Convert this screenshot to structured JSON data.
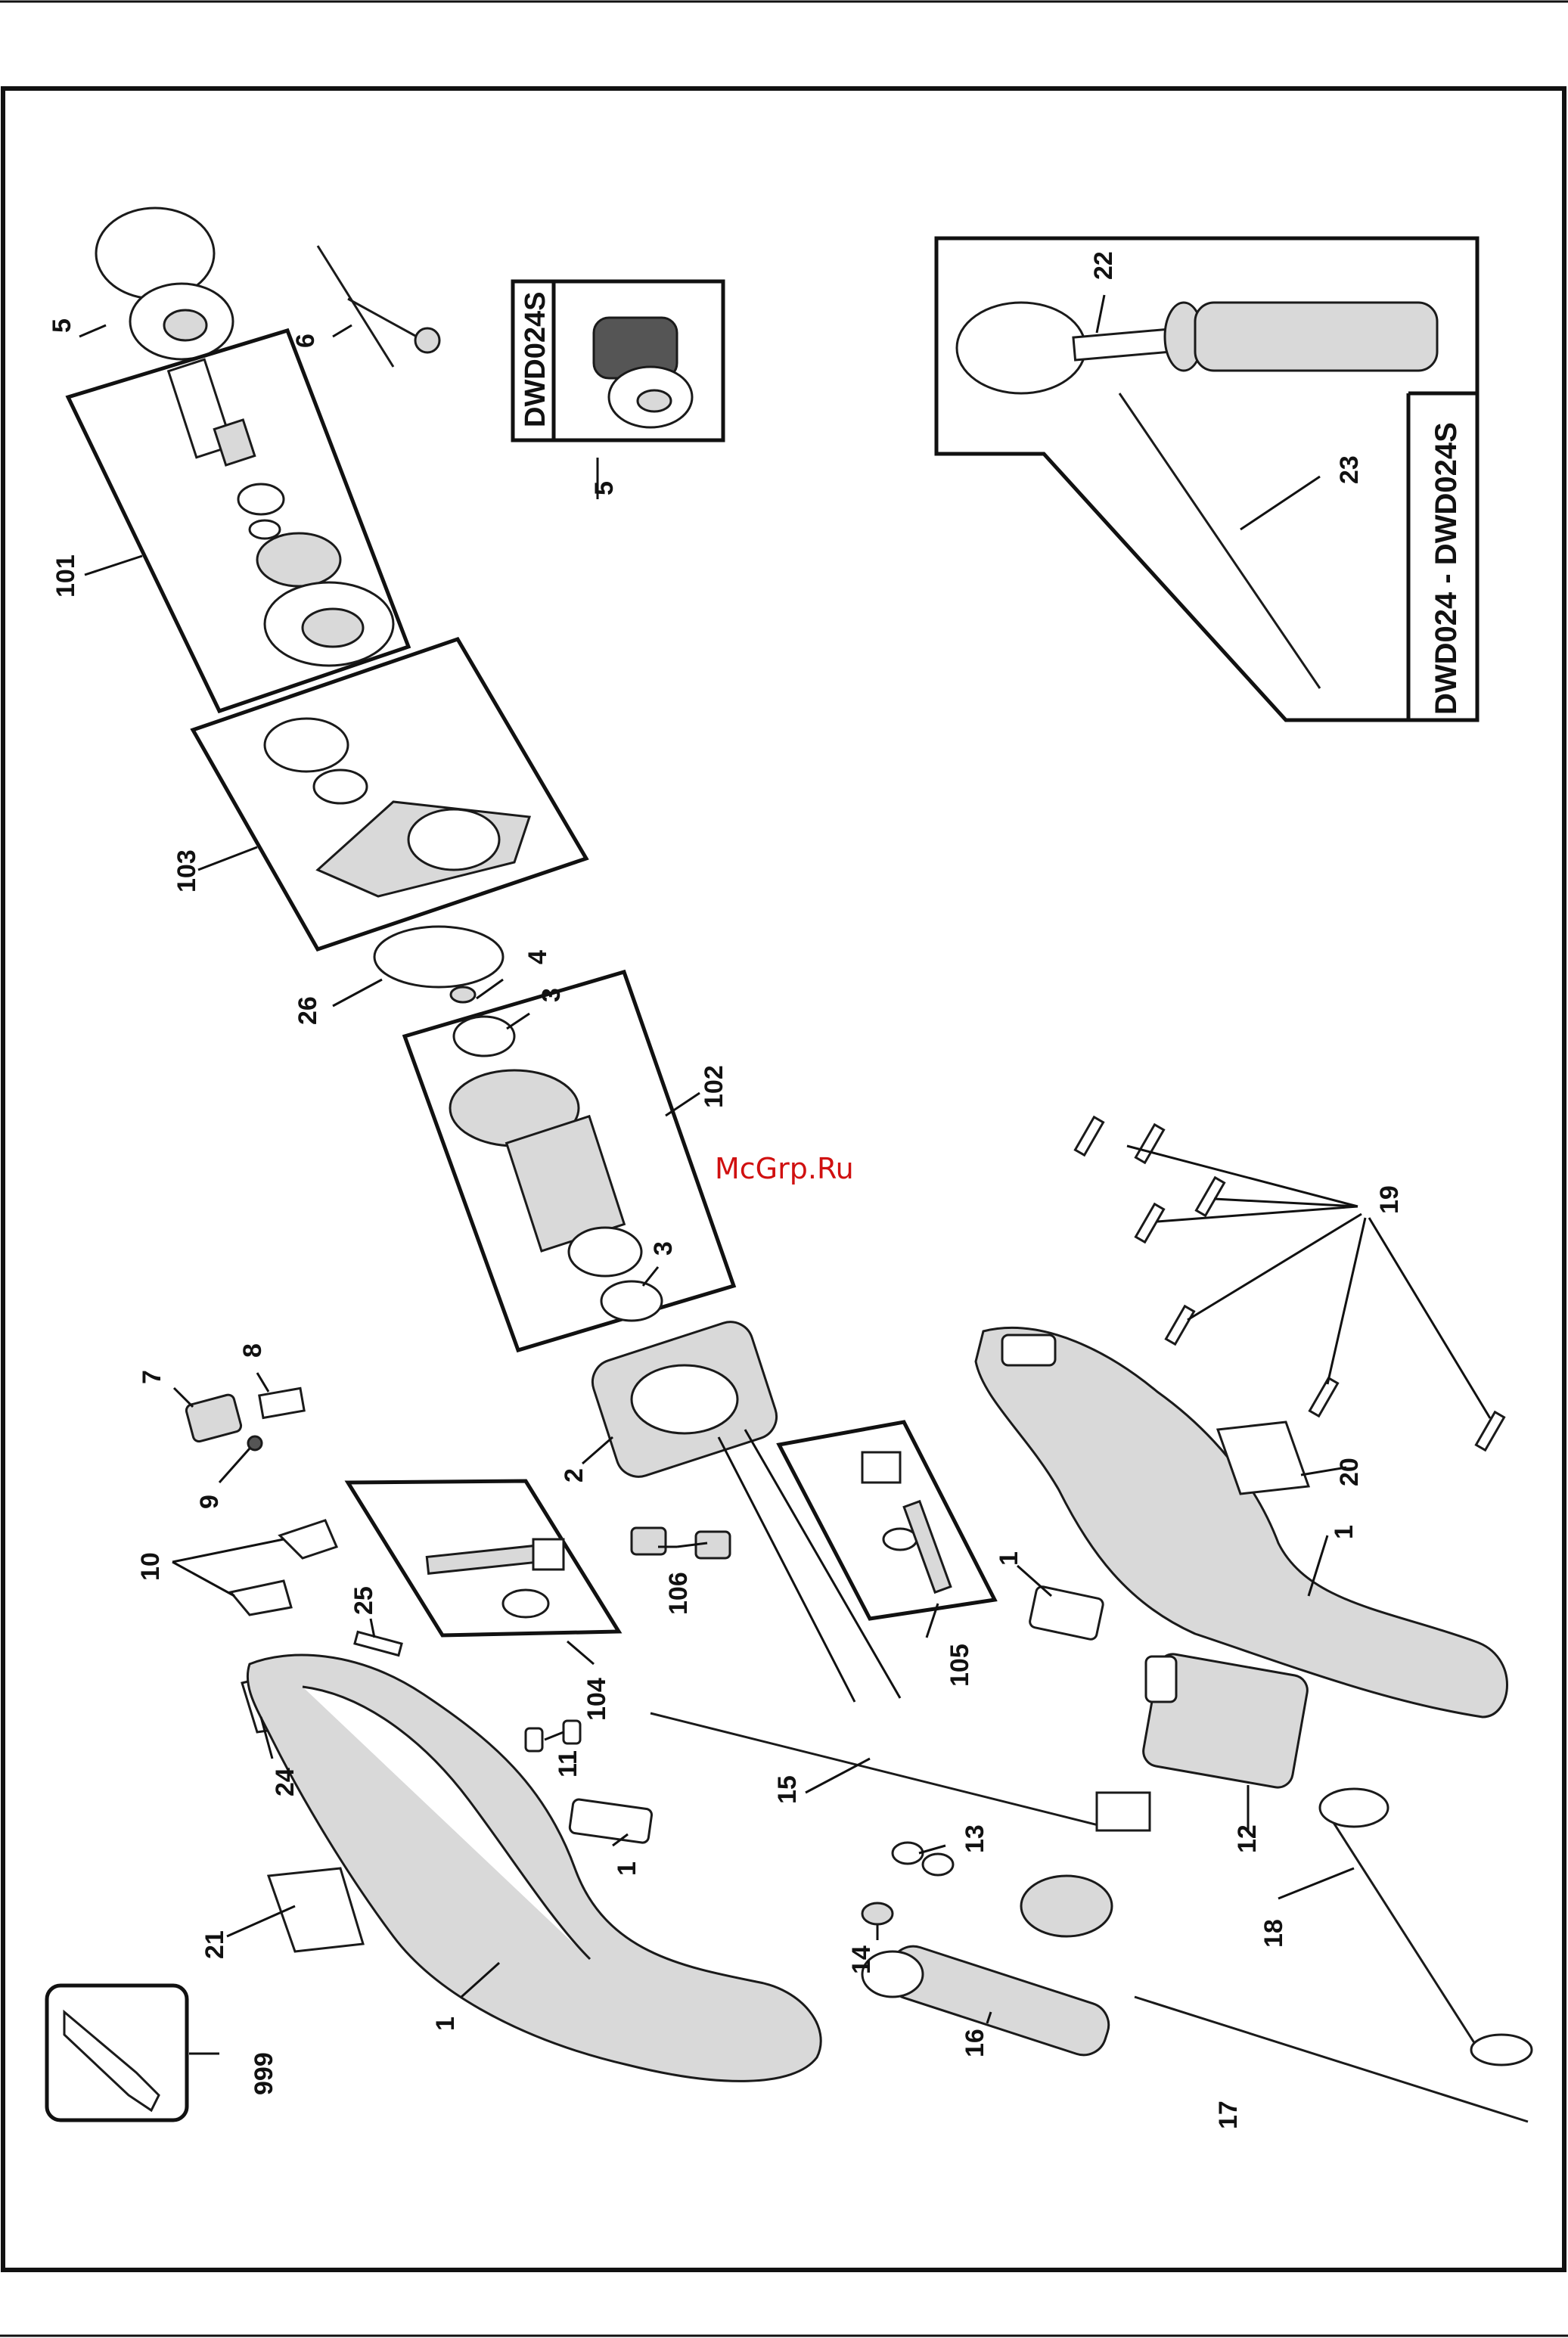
{
  "watermark": "McGrp.Ru",
  "variants": {
    "dwd024s": "DWD024S",
    "dwd024_range": "DWD024 - DWD024S"
  },
  "labels": {
    "p1": "1",
    "p1b": "1",
    "p1c": "1",
    "p1d": "1",
    "p2": "2",
    "p3a": "3",
    "p3b": "3",
    "p4": "4",
    "p5a": "5",
    "p5b": "5",
    "p6": "6",
    "p7": "7",
    "p8": "8",
    "p9": "9",
    "p10": "10",
    "p11": "11",
    "p12": "12",
    "p13": "13",
    "p14": "14",
    "p15": "15",
    "p16": "16",
    "p17": "17",
    "p18": "18",
    "p19": "19",
    "p20": "20",
    "p21": "21",
    "p22": "22",
    "p23": "23",
    "p24": "24",
    "p25": "25",
    "p26": "26",
    "p101": "101",
    "p102": "102",
    "p103": "103",
    "p104": "104",
    "p105": "105",
    "p106": "106",
    "p999": "999"
  },
  "colors": {
    "ink": "#111111",
    "watermark": "#d01010",
    "paper": "#ffffff"
  }
}
